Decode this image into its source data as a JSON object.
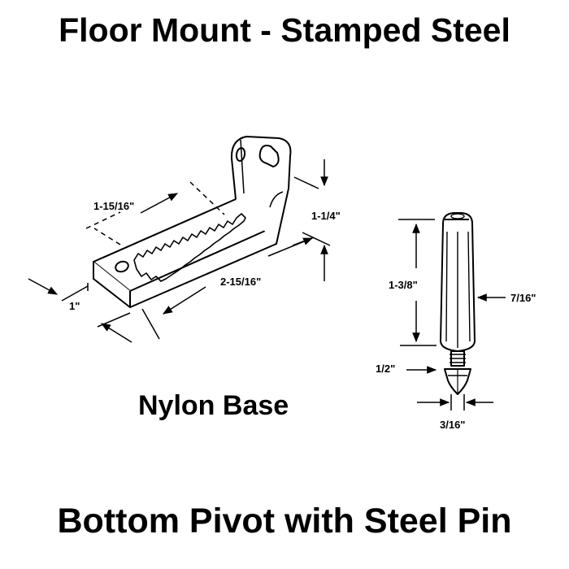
{
  "title": "Floor Mount - Stamped Steel",
  "caption": "Bottom Pivot with Steel Pin",
  "bracket": {
    "dims": {
      "slot_length": "1-15/16\"",
      "height": "1-1/4\"",
      "length": "2-15/16\"",
      "width": "1\""
    }
  },
  "pivot": {
    "label": "Nylon Base",
    "dims": {
      "body_height": "1-3/8\"",
      "diameter": "7/16\"",
      "pin_length": "1/2\"",
      "pin_diameter": "3/16\""
    }
  },
  "colors": {
    "ink": "#000000",
    "background": "#ffffff"
  }
}
